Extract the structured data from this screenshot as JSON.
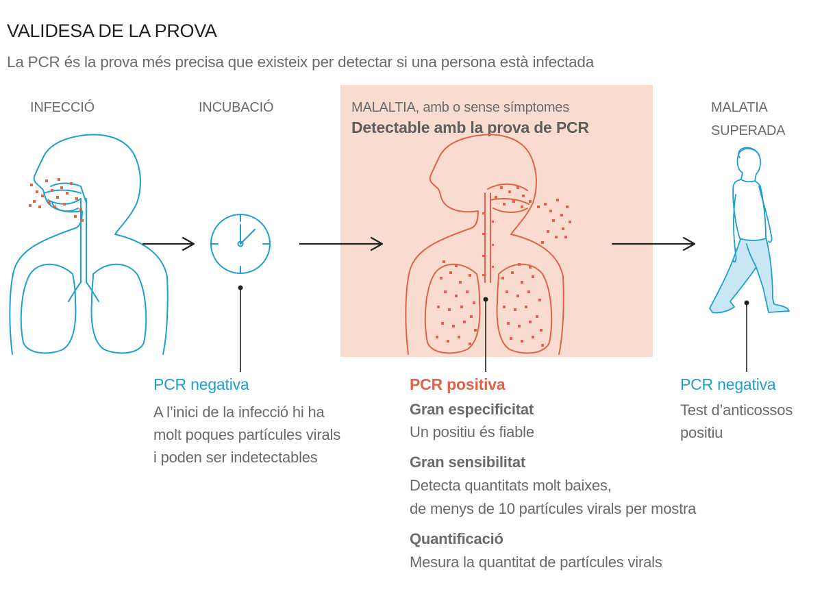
{
  "title": "VALIDESA DE LA PROVA",
  "subtitle": "La PCR és la prova més precisa que existeix per detectar si una persona està infectada",
  "stages": {
    "infection": {
      "label": "INFECCIÓ"
    },
    "incubation": {
      "label": "INCUBACIÓ"
    },
    "illness": {
      "label": "MALALTIA, amb o sense símptomes",
      "detectable": "Detectable amb la prova de PCR"
    },
    "recovered": {
      "label_line1": "MALATIA",
      "label_line2": "SUPERADA"
    }
  },
  "results": {
    "incubation": {
      "title": "PCR negativa",
      "lines": [
        "A l’inici de la infecció hi ha",
        "molt poques partícules virals",
        "i poden ser indetectables"
      ]
    },
    "illness": {
      "title": "PCR positiva",
      "points": [
        {
          "heading": "Gran especificitat",
          "lines": [
            "Un positiu és fiable"
          ]
        },
        {
          "heading": "Gran sensibilitat",
          "lines": [
            "Detecta quantitats molt baixes,",
            "de menys de 10 partícules virals per mostra"
          ]
        },
        {
          "heading": "Quantificació",
          "lines": [
            "Mesura la quantitat de partícules virals"
          ]
        }
      ]
    },
    "recovered": {
      "title": "PCR negativa",
      "lines": [
        "Test d’anticossos",
        "positiu"
      ]
    }
  },
  "colors": {
    "blue": "#1e9fcf",
    "red": "#e0624a",
    "highlight": "#f9dccf",
    "text": "#6a6a6a",
    "title": "#1f1f1f"
  },
  "icons": [
    "body-respiratory-blue-icon",
    "clock-icon",
    "body-respiratory-red-icon",
    "walking-person-icon",
    "arrow-right-icon"
  ]
}
